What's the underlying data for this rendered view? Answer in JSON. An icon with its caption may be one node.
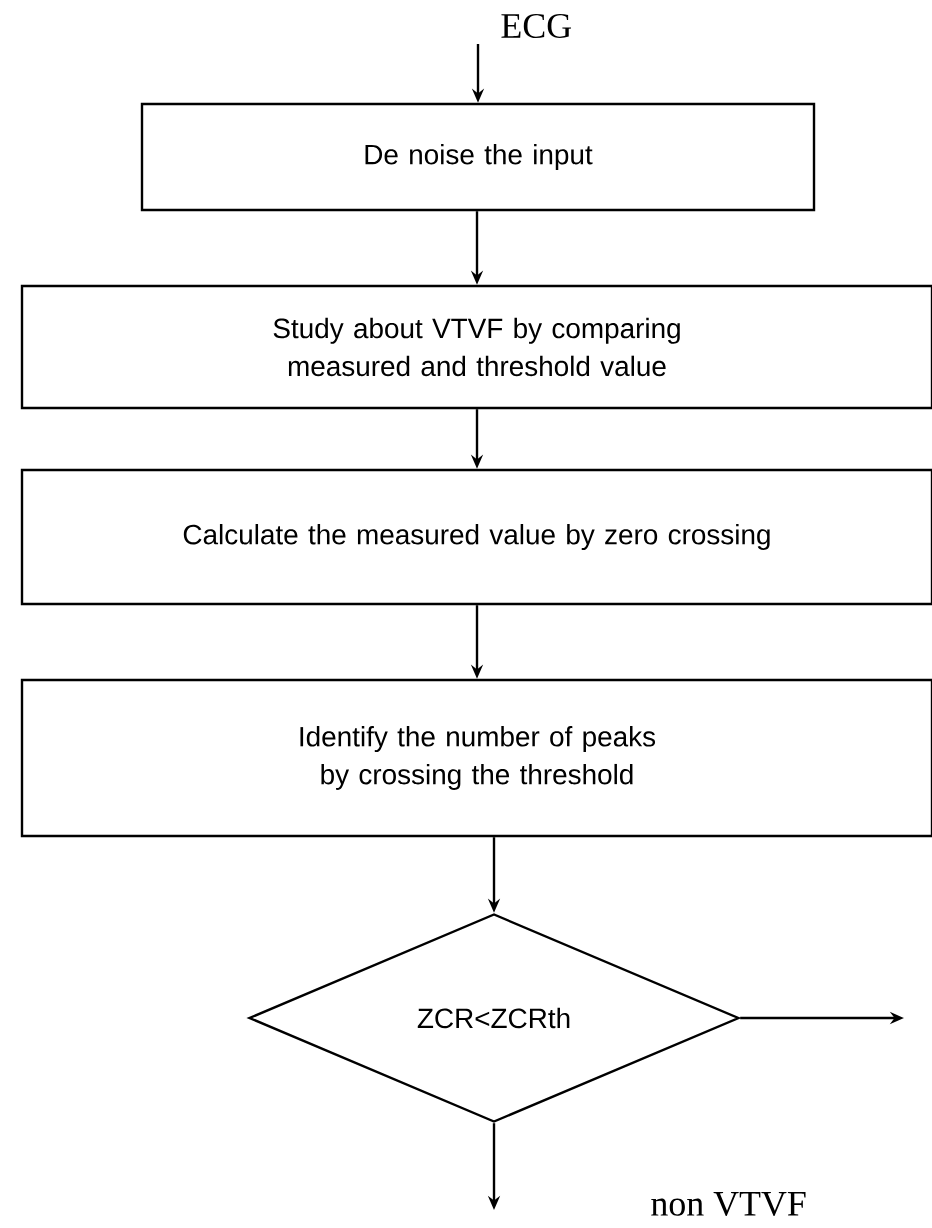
{
  "diagram": {
    "nodes": [
      {
        "text": [
          "De noise the input"
        ]
      },
      {
        "text": [
          "Study about VTVF by comparing measured and threshold value"
        ]
      },
      {
        "text": [
          "Calculate the measured value by zero crossing"
        ]
      },
      {
        "text": [
          "Identify the number of peaks by crossing the threshold"
        ]
      },
      {
        "text": [
          "ZCR<ZCRth"
        ]
      }
    ],
    "edges": [
      {
        "from": null,
        "to": 0,
        "arrow": "to"
      },
      {
        "from": 0,
        "to": 1,
        "arrow": "to"
      },
      {
        "from": 1,
        "to": 2,
        "arrow": "to"
      },
      {
        "from": 2,
        "to": 3,
        "arrow": "to"
      },
      {
        "from": 3,
        "to": 4,
        "arrow": "to"
      },
      {
        "from": 4,
        "to": null,
        "arrow": "to"
      },
      {
        "from": 4,
        "to": null,
        "arrow": "to"
      }
    ],
    "labels": [
      "ECG",
      "non VTVF"
    ]
  }
}
